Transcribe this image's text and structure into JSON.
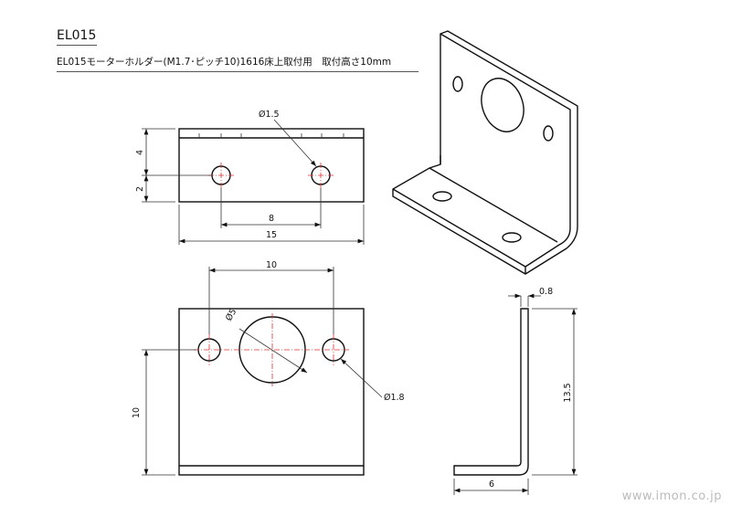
{
  "title": "EL015",
  "subtitle": "EL015モーターホルダー(M1.7･ピッチ10)1616床上取付用　取付高さ10mm",
  "top_view": {
    "dim_height_upper": "4",
    "dim_height_lower": "2",
    "dim_hole_pitch": "8",
    "dim_width": "15",
    "hole_dia": "Ø1.5"
  },
  "front_view": {
    "dim_hole_pitch": "10",
    "dim_hole_height": "10",
    "center_hole_dia": "Ø5",
    "hole_dia": "Ø1.8"
  },
  "side_view": {
    "dim_thickness": "0.8",
    "dim_height": "13.5",
    "dim_depth": "6"
  },
  "watermark": "www.imon.co.jp",
  "colors": {
    "line": "#111111",
    "centerline": "#e03030"
  }
}
